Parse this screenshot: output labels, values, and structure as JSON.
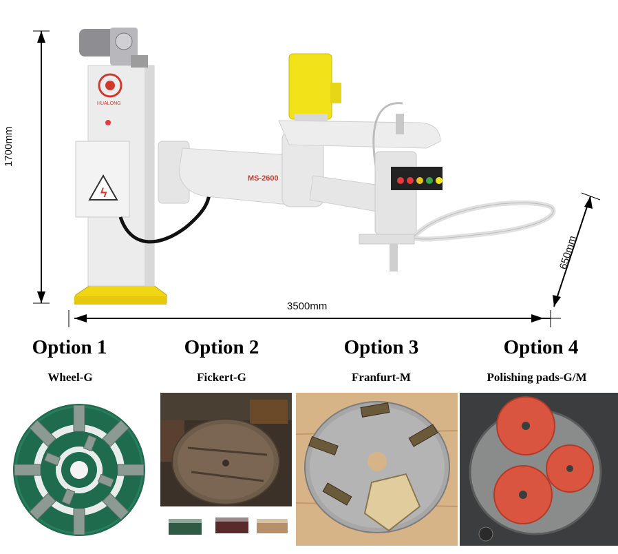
{
  "machine": {
    "model_label": "MS-2600",
    "brand_label": "HUALONG"
  },
  "dimensions": {
    "height": "1700mm",
    "length": "3500mm",
    "depth": "650mm"
  },
  "options": [
    {
      "title": "Option 1",
      "subtitle": "Wheel-G"
    },
    {
      "title": "Option 2",
      "subtitle": "Fickert-G"
    },
    {
      "title": "Option 3",
      "subtitle": "Franfurt-M"
    },
    {
      "title": "Option 4",
      "subtitle": "Polishing pads-G/M"
    }
  ],
  "colors": {
    "machine_body": "#ececec",
    "motor_yellow": "#f2e21a",
    "base_yellow": "#f0d614",
    "wheel_green": "#1f6b4d",
    "pad_red": "#d9553f",
    "plate_steel": "#9a9a9a"
  }
}
